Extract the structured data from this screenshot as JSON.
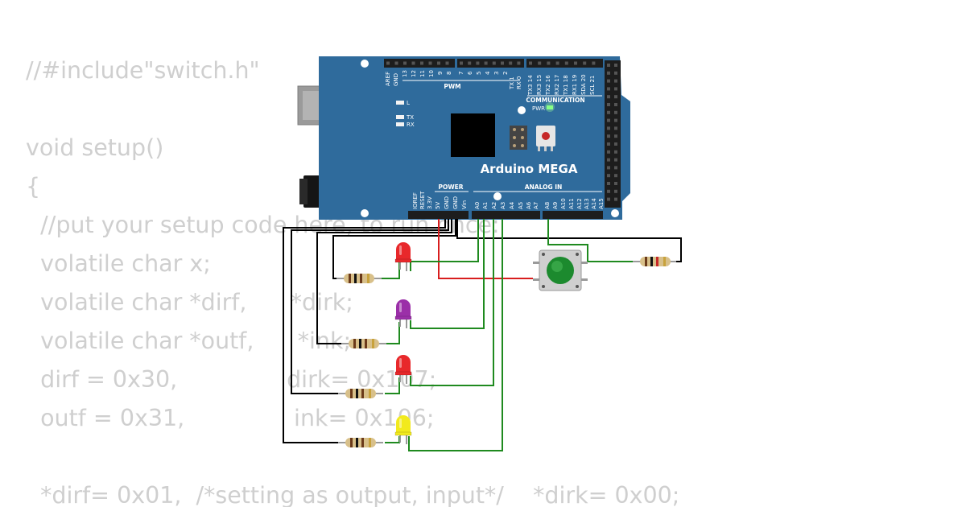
{
  "code_lines": [
    "//#include\"switch.h\"",
    "",
    "void setup()",
    "{",
    "  //put your setup code here, to run once:",
    "  volatile char x;",
    "  volatile char *dirf,      *dirk;",
    "  volatile char *outf,      *ink;",
    "  dirf = 0x30,               dirk= 0x107;",
    "  outf = 0x31,               ink= 0x106;",
    "",
    "  *dirf= 0x01,  /*setting as output, input*/    *dirk= 0x00;"
  ],
  "board": {
    "name": "Arduino MEGA",
    "pwm_label": "PWM",
    "power_label": "POWER",
    "analog_label": "ANALOG IN",
    "comm_label": "COMMUNICATION",
    "pwr_led_label": "PWR",
    "led_labels": [
      "L",
      "TX",
      "RX"
    ],
    "digital_pins_left": [
      "AREF",
      "GND",
      "13",
      "12",
      "11",
      "10",
      "9",
      "8"
    ],
    "digital_pins_mid": [
      "7",
      "6",
      "5",
      "4",
      "3",
      "2",
      "TX 1",
      "RX 0"
    ],
    "digital_pins_comm": [
      "TX3 14",
      "RX3 15",
      "TX2 16",
      "RX2 17",
      "TX1 18",
      "RX1 19",
      "SDA 20",
      "SCL 21"
    ],
    "power_pins": [
      "IOREF",
      "RESET",
      "3.3V",
      "5V",
      "GND",
      "GND",
      "Vin"
    ],
    "analog_pins": [
      "A0",
      "A1",
      "A2",
      "A3",
      "A4",
      "A5",
      "A6",
      "A7",
      "A8",
      "A9",
      "A10",
      "A11",
      "A12",
      "A13",
      "A14",
      "A15"
    ]
  },
  "leds": [
    {
      "id": "led-1",
      "color": "red",
      "fill": "#e8282b"
    },
    {
      "id": "led-2",
      "color": "purple",
      "fill": "#9b2fa8"
    },
    {
      "id": "led-3",
      "color": "red",
      "fill": "#e8282b"
    },
    {
      "id": "led-4",
      "color": "yellow",
      "fill": "#f2ea1d"
    }
  ],
  "button_color": "#1c8a2e",
  "wire_colors": {
    "ground": "#000000",
    "signal": "#1f8a1f",
    "power": "#d81e1e"
  },
  "board_color": "#2f6b9c"
}
